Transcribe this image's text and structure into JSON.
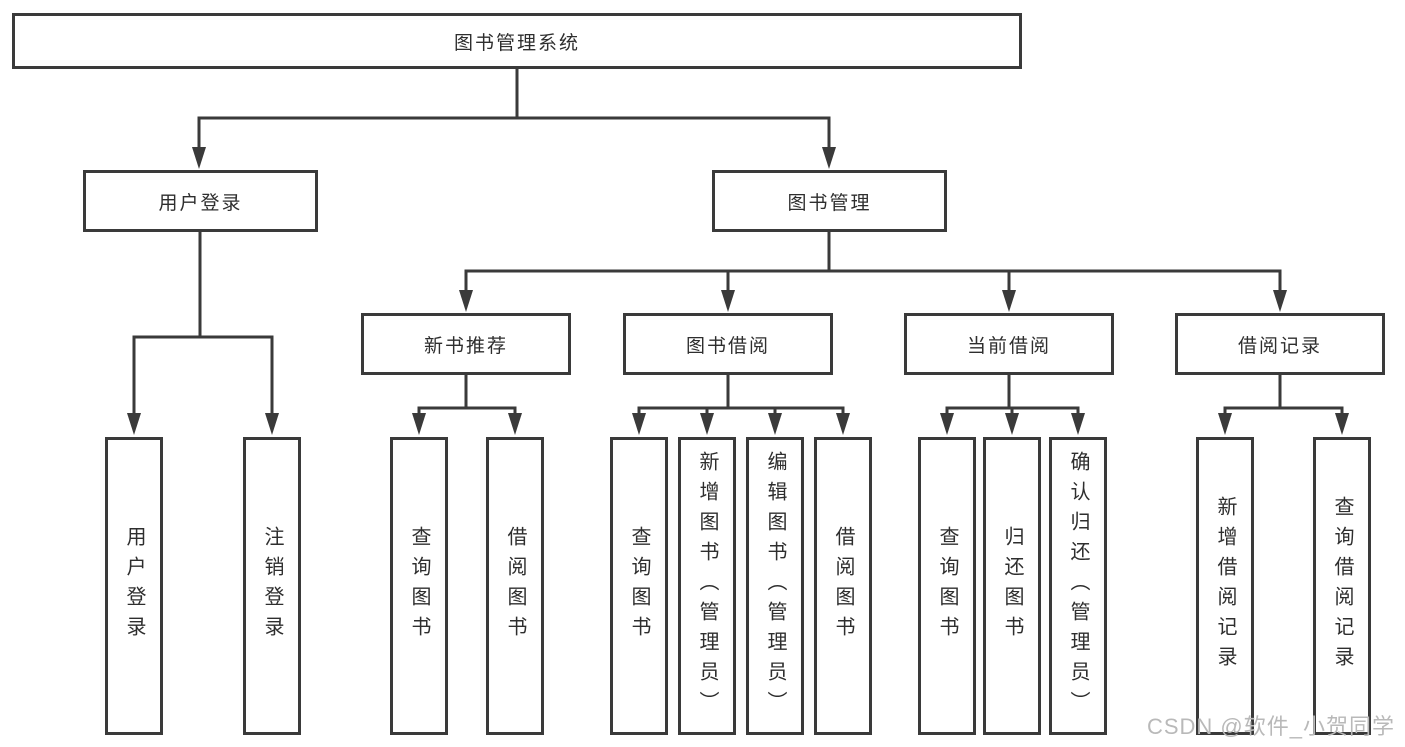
{
  "diagram_title": "图书管理系统",
  "colors": {
    "line": "#3a3a3a",
    "text": "#2e2e2e",
    "background": "#ffffff",
    "watermark": "#b9b9b9"
  },
  "tree": {
    "label": "图书管理系统",
    "children": [
      {
        "label": "用户登录",
        "children": [
          {
            "label": "用户登录"
          },
          {
            "label": "注销登录"
          }
        ]
      },
      {
        "label": "图书管理",
        "children": [
          {
            "label": "新书推荐",
            "children": [
              {
                "label": "查询图书"
              },
              {
                "label": "借阅图书"
              }
            ]
          },
          {
            "label": "图书借阅",
            "children": [
              {
                "label": "查询图书"
              },
              {
                "label": "新增图书（管理员）"
              },
              {
                "label": "编辑图书（管理员）"
              },
              {
                "label": "借阅图书"
              }
            ]
          },
          {
            "label": "当前借阅",
            "children": [
              {
                "label": "查询图书"
              },
              {
                "label": "归还图书"
              },
              {
                "label": "确认归还（管理员）"
              }
            ]
          },
          {
            "label": "借阅记录",
            "children": [
              {
                "label": "新增借阅记录"
              },
              {
                "label": "查询借阅记录"
              }
            ]
          }
        ]
      }
    ]
  },
  "watermark": {
    "text": "CSDN @软件_小贺同学"
  }
}
